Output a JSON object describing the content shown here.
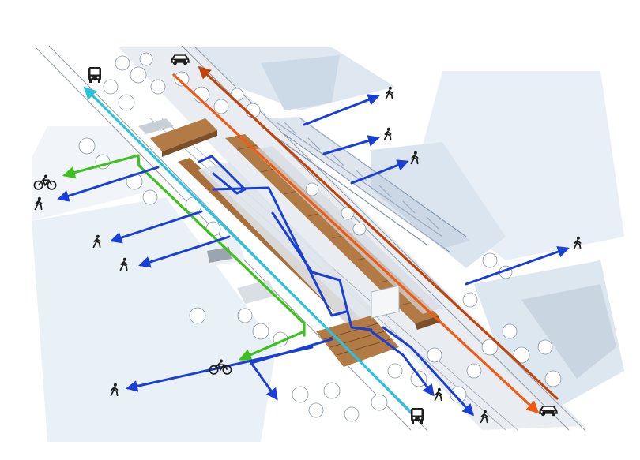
{
  "diagram": {
    "colors": {
      "background": "#ffffff",
      "snow": "#e6eef5",
      "snow_shadow": "#c9d6e2",
      "track": "#8f9aa6",
      "wood": "#b27a45",
      "wood_dark": "#7c4f28",
      "pedestrian_flow": "#1a3fd6",
      "cyclist_flow": "#3cc21e",
      "bus_flow": "#29c3e0",
      "car_flow": "#f05a14",
      "car_flow_dark": "#c1440d",
      "icon": "#1f1f1f"
    },
    "icons": {
      "pedestrian": "pedestrian-icon",
      "cyclist": "bicycle-icon",
      "bus": "bus-icon",
      "car": "car-icon"
    },
    "flows": [
      {
        "id": "bus-flow",
        "mode": "bus",
        "color": "#29c3e0"
      },
      {
        "id": "car-flow-1",
        "mode": "car",
        "color": "#f05a14"
      },
      {
        "id": "car-flow-2",
        "mode": "car",
        "color": "#c1440d"
      },
      {
        "id": "cyclist-flow",
        "mode": "cyclist",
        "color": "#3cc21e"
      },
      {
        "id": "pedestrian-flows",
        "mode": "pedestrian",
        "color": "#1a3fd6"
      }
    ]
  }
}
